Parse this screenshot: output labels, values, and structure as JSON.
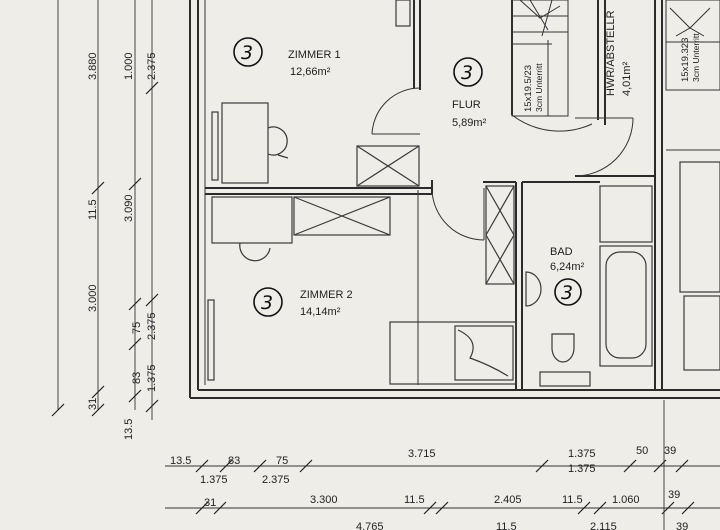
{
  "rooms": {
    "zimmer1": {
      "name": "ZIMMER 1",
      "area": "12,66m²",
      "mark": "3"
    },
    "flur": {
      "name": "FLUR",
      "area": "5,89m²",
      "mark": "3"
    },
    "hwr": {
      "name": "HWR/ABSTELLR",
      "area": "4,01m²"
    },
    "zimmer2": {
      "name": "ZIMMER 2",
      "area": "14,14m²",
      "mark": "3"
    },
    "bad": {
      "name": "BAD",
      "area": "6,24m²",
      "mark": "3"
    }
  },
  "stairs": {
    "left_spec": "15x19.5/23",
    "left_note": "3cm Unterritt",
    "right_spec": "15x19.323",
    "right_note": "3cm Unterritt"
  },
  "dims_vertical": {
    "line1": [
      "3.880"
    ],
    "line2": [
      "11.5",
      "3.000",
      "31",
      "13.5"
    ],
    "line3": [
      "3.090",
      "75",
      "83",
      "1.375"
    ],
    "line4": [
      "1.000",
      "2.375",
      "2.375"
    ]
  },
  "dims_row1": [
    "13.5",
    "83",
    "75",
    "3.715",
    "1.375",
    "50",
    "39"
  ],
  "dims_row1_sub": [
    "1.375",
    "2.375",
    "1.375"
  ],
  "dims_row2": [
    "31",
    "3.300",
    "11.5",
    "2.405",
    "11.5",
    "1.060",
    "39"
  ],
  "dims_row3": [
    "4.765",
    "11.5",
    "2.115",
    "39"
  ]
}
